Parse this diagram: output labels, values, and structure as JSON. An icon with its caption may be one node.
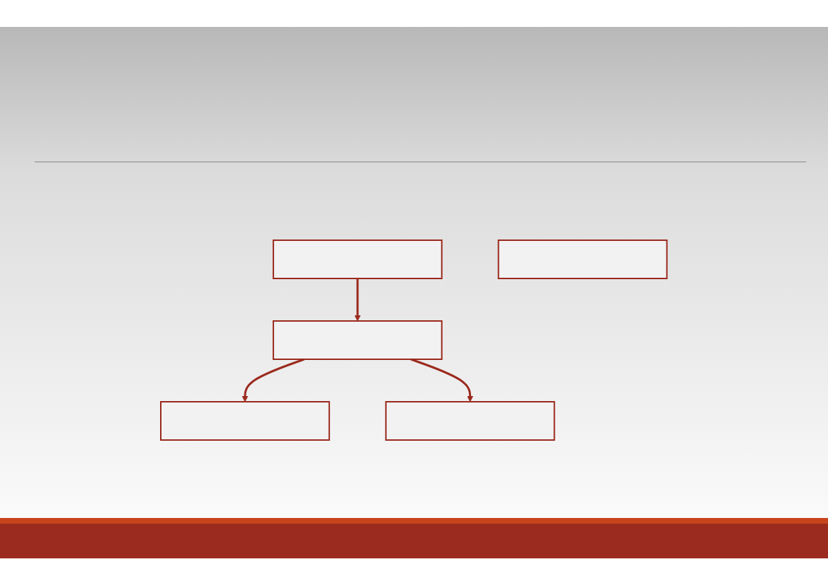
{
  "diagram": {
    "nodes": [
      {
        "text": [],
        "shape": "box"
      },
      {
        "text": [],
        "shape": "box"
      },
      {
        "text": [],
        "shape": "box"
      },
      {
        "text": [],
        "shape": "box"
      },
      {
        "text": [],
        "shape": "box"
      }
    ],
    "edges": [
      {
        "from": 0,
        "to": 1,
        "arrow": "to"
      },
      {
        "from": 1,
        "to": 2,
        "arrow": "to"
      },
      {
        "from": 1,
        "to": 3,
        "arrow": "to"
      }
    ]
  }
}
